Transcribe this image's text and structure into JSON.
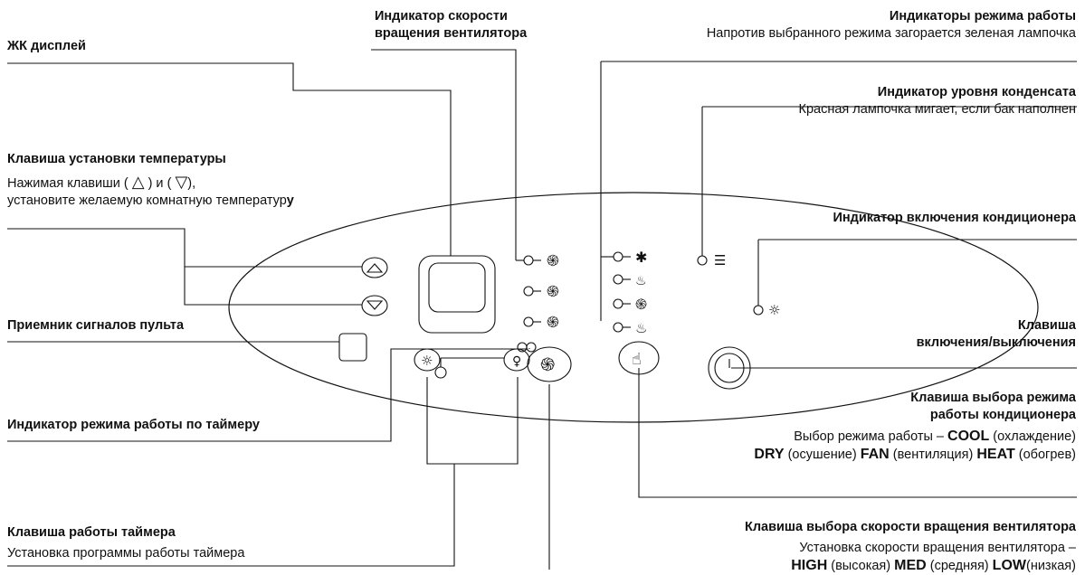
{
  "labels": {
    "lcd": {
      "title": "ЖК дисплей"
    },
    "fan_speed_ind": {
      "line1": "Индикатор скорости",
      "line2": "вращения вентилятора"
    },
    "mode_ind": {
      "title": "Индикаторы режима работы",
      "desc": "Напротив выбранного режима загорается зеленая лампочка"
    },
    "condensate": {
      "title": "Индикатор уровня конденсата",
      "desc": "Красная лампочка мигает, если бак наполнен"
    },
    "temp_key": {
      "title": "Клавиша установки температуры",
      "desc1": "Нажимая клавиши (",
      "desc1_and": ") и (",
      "desc1_end": "),",
      "desc2": "установите желаемую комнатную температур",
      "desc2_bold": "у"
    },
    "power_ind": {
      "title": "Индикатор включения кондиционера"
    },
    "remote_rx": {
      "title": "Приемник сигналов пульта"
    },
    "power_key": {
      "line1": "Клавиша",
      "line2": "включения/выключения"
    },
    "mode_key": {
      "line1": "Клавиша выбора режима",
      "line2": "работы кондиционера",
      "desc1": "Выбор режима работы – ",
      "cool": "COOL",
      "cool_ru": " (охлаждение)",
      "dry": "DRY",
      "dry_ru": " (осушение) ",
      "fan": "FAN",
      "fan_ru": " (вентиляция) ",
      "heat": "HEAT",
      "heat_ru": " (обогрев)"
    },
    "timer_ind": {
      "title": "Индикатор режима работы по таймеру"
    },
    "fan_key": {
      "title": "Клавиша выбора скорости вращения вентилятора",
      "desc1": "Установка скорости вращения вентилятора –",
      "high": "HIGH",
      "high_ru": " (высокая) ",
      "med": "MED",
      "med_ru": " (средняя) ",
      "low": "LOW",
      "low_ru": "(низкая)"
    },
    "timer_key": {
      "title": "Клавиша работы таймера",
      "desc": "Установка программы работы таймера"
    }
  },
  "icons": [
    "up-triangle-icon",
    "down-triangle-icon",
    "lcd-display",
    "fan-low-icon",
    "fan-med-icon",
    "fan-high-icon",
    "cool-snowflake-icon",
    "dry-drops-icon",
    "fan-mode-icon",
    "heat-icon",
    "tank-icon",
    "power-led-icon",
    "timer-on-icon",
    "timer-off-icon",
    "fan-speed-button-icon",
    "mode-hand-icon",
    "power-button-icon"
  ]
}
